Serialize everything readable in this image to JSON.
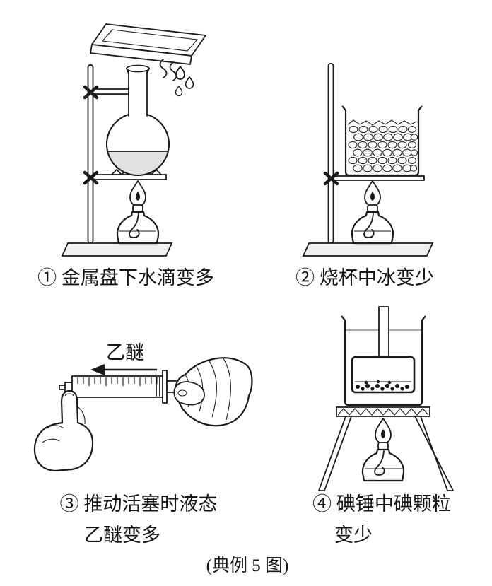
{
  "figure": {
    "caption": "(典例 5 图)"
  },
  "panels": {
    "p1": {
      "caption": "① 金属盘下水滴变多"
    },
    "p2": {
      "caption": "② 烧杯中冰变少"
    },
    "p3": {
      "caption_line1": "③ 推动活塞时液态",
      "caption_line2": "乙醚变多",
      "label_ether": "乙醚"
    },
    "p4": {
      "caption_line1": "④ 碘锤中碘颗粒",
      "caption_line2": "变少"
    }
  },
  "colors": {
    "ink": "#1a1a1a",
    "paper": "#ffffff",
    "liquid_shade": "#e2e2e2"
  }
}
